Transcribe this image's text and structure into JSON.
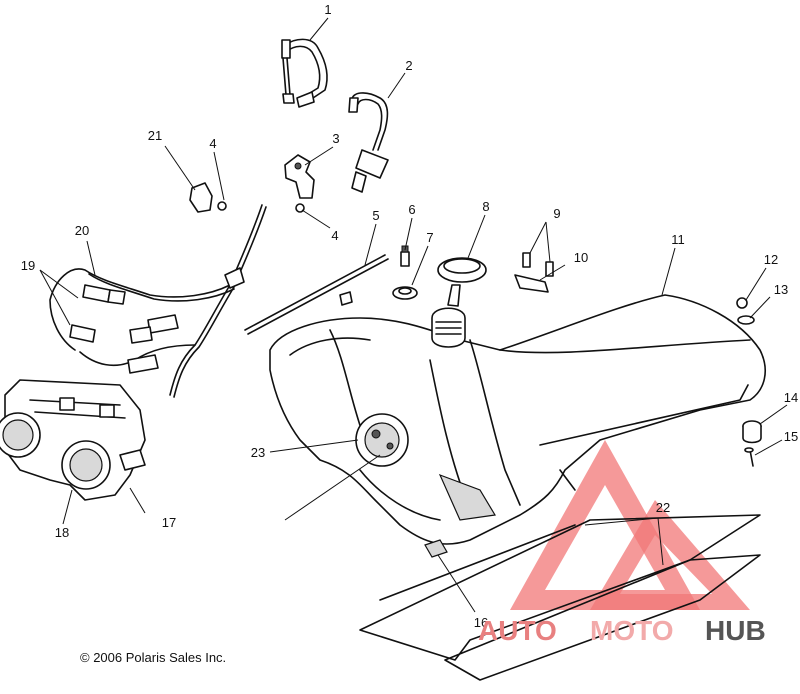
{
  "part_numbers": [
    "1",
    "2",
    "3",
    "4",
    "4",
    "5",
    "6",
    "7",
    "8",
    "9",
    "10",
    "11",
    "12",
    "13",
    "14",
    "15",
    "16",
    "17",
    "18",
    "19",
    "20",
    "21",
    "22",
    "23"
  ],
  "copyright": "© 2006 Polaris Sales Inc.",
  "watermark": {
    "part1": "AUTO",
    "part2": "MOTO",
    "part3": "HUB",
    "colors": {
      "auto": "#e88080",
      "moto": "#f2aaaa",
      "hub": "#555555",
      "logo": "#ef6060"
    }
  }
}
